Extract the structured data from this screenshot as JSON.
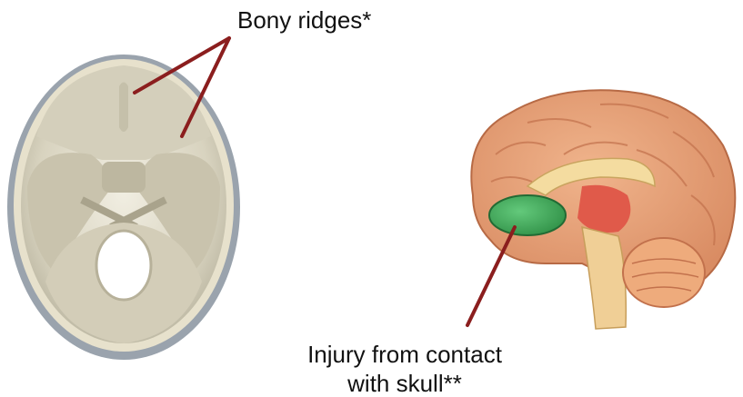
{
  "labels": {
    "bony_ridges": "Bony ridges*",
    "injury_line1": "Injury from contact",
    "injury_line2": "with skull**"
  },
  "colors": {
    "pointer_line": "#8b1e1e",
    "bone": "#dcd6c2",
    "brain_cortex": "#e6a27a",
    "orbitofrontal_highlight": "#3fae5a",
    "cerebellum": "#e89a6a"
  },
  "icons": [
    "skull-base-illustration",
    "brain-sagittal-illustration"
  ]
}
